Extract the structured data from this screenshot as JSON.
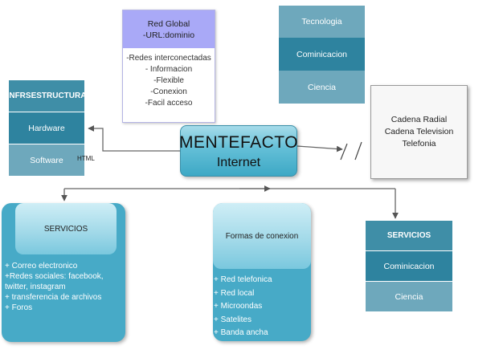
{
  "red_global": {
    "header": [
      "Red Global",
      "-URL:dominio"
    ],
    "items": [
      "-Redes interconectadas",
      "- Informacion",
      "-Flexible",
      "-Conexion",
      "-Facil acceso"
    ]
  },
  "tecnologia": {
    "items": [
      "Tecnologia",
      "Cominicacion",
      "Ciencia"
    ]
  },
  "infraestructura": {
    "title": "INFRSESTRUCTURA",
    "items": [
      "Hardware",
      "Software"
    ],
    "note": "HTML"
  },
  "mentefacto": {
    "title": "MENTEFACTO",
    "subtitle": "Internet"
  },
  "cadena": {
    "items": [
      "Cadena Radial",
      "Cadena Television",
      "Telefonia"
    ]
  },
  "servicios_left": {
    "title": "SERVICIOS",
    "items": [
      "+ Correo electronico",
      "+Redes sociales: facebook, twitter, instagram",
      "+ transferencia de archivos",
      "+ Foros"
    ]
  },
  "formas": {
    "title": "Formas de conexion",
    "items": [
      "+ Red telefonica",
      "+ Red local",
      "+ Microondas",
      "+ Satelites",
      "+ Banda ancha"
    ]
  },
  "servicios_right": {
    "title": "SERVICIOS",
    "items": [
      "Cominicacion",
      "Ciencia"
    ]
  },
  "colors": {
    "accent_teal": "#47aac7",
    "dark_teal": "#2e839f",
    "light_teal": "#6ea8bc",
    "header_purple": "#a9a9f7"
  }
}
